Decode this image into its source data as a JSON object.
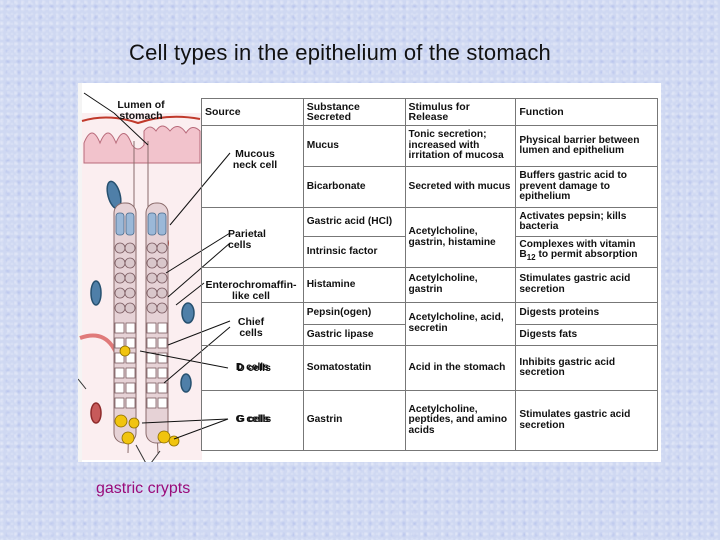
{
  "slide": {
    "title": "Cell types in the epithelium of the stomach",
    "caption": "gastric crypts"
  },
  "diagram": {
    "callouts": {
      "lumen": "Lumen of stomach",
      "mucous_neck": "Mucous neck cell",
      "parietal": "Parietal cells",
      "enterochromaffin": "Enterochromaffin-like cell",
      "chief": "Chief cells",
      "d_cells": "D cells",
      "g_cells": "G cells"
    },
    "colors": {
      "cell_yellow": "#f1c40f",
      "cell_pink": "#e8a9b5",
      "lumen_red": "#c0392b",
      "label_magenta": "#9a0b7a"
    }
  },
  "table": {
    "headers": [
      "Source",
      "Substance Secreted",
      "Stimulus for Release",
      "Function"
    ],
    "rows": [
      {
        "substance": "Mucus",
        "stimulus": "Tonic secretion; increased with irritation of mucosa",
        "function": "Physical barrier between lumen and epithelium"
      },
      {
        "substance": "Bicarbonate",
        "stimulus": "Secreted with mucus",
        "function": "Buffers gastric acid to prevent damage to epithelium"
      },
      {
        "substance": "Gastric acid (HCl)",
        "stimulus": "Acetylcholine, gastrin, histamine",
        "function": "Activates pepsin; kills bacteria"
      },
      {
        "substance": "Intrinsic factor",
        "function": "Complexes with vitamin B12 to permit absorption"
      },
      {
        "substance": "Histamine",
        "stimulus": "Acetylcholine, gastrin",
        "function": "Stimulates gastric acid secretion"
      },
      {
        "substance": "Pepsin(ogen)",
        "stimulus": "Acetylcholine, acid, secretin",
        "function": "Digests proteins"
      },
      {
        "substance": "Gastric lipase",
        "function": "Digests fats"
      },
      {
        "source": "D cells",
        "substance": "Somatostatin",
        "stimulus": "Acid in the stomach",
        "function": "Inhibits gastric acid secretion"
      },
      {
        "source": "G cells",
        "substance": "Gastrin",
        "stimulus": "Acetylcholine, peptides, and amino acids",
        "function": "Stimulates gastric acid secretion"
      }
    ]
  }
}
